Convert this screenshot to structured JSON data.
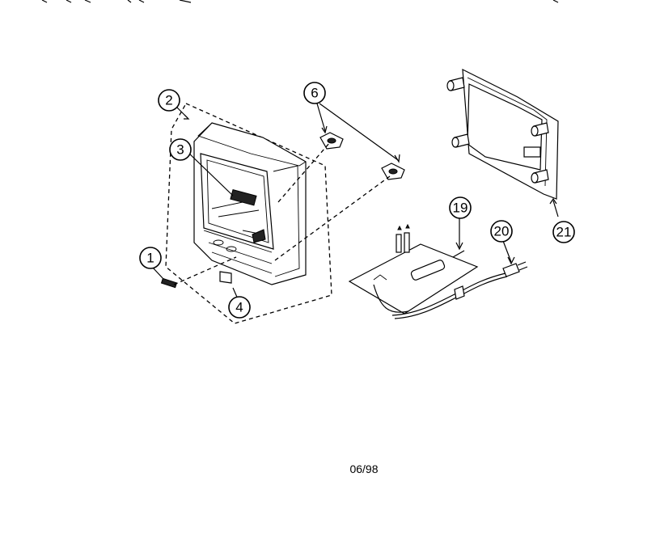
{
  "callouts": {
    "c1": "1",
    "c2": "2",
    "c3": "3",
    "c4": "4",
    "c6": "6",
    "c19": "19",
    "c20": "20",
    "c21": "21"
  },
  "date_code": "06/98"
}
